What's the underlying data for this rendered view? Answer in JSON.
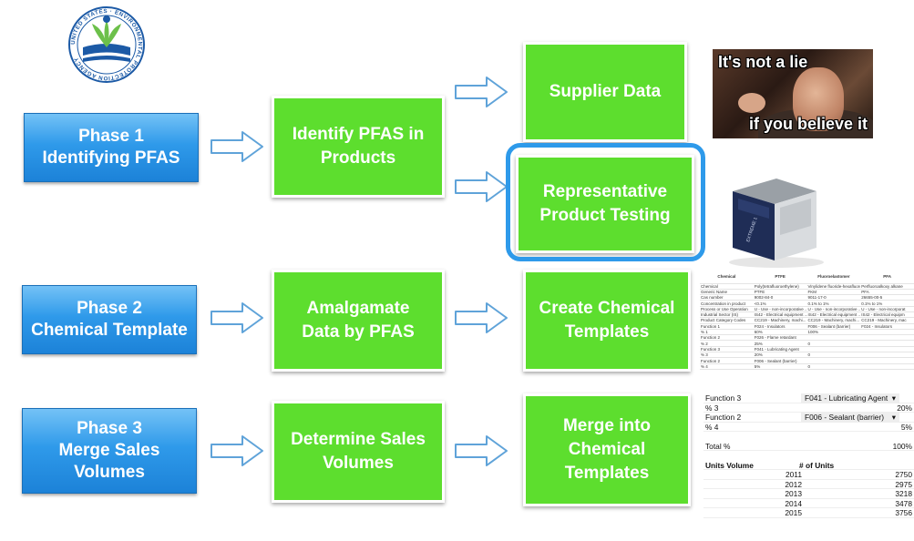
{
  "seal": {
    "text": "UNITED STATES · ENVIRONMENTAL PROTECTION AGENCY",
    "colors": {
      "ring": "#1c5aa6",
      "leaf": "#6cc04a"
    }
  },
  "phases": [
    {
      "line1": "Phase 1",
      "line2": "Identifying PFAS"
    },
    {
      "line1": "Phase 2",
      "line2": "Chemical Template"
    },
    {
      "line1": "Phase 3",
      "line2": "Merge Sales",
      "line3": "Volumes"
    }
  ],
  "steps": {
    "identify_pfas": {
      "line1": "Identify PFAS in",
      "line2": "Products"
    },
    "supplier_data": {
      "line1": "Supplier Data"
    },
    "product_testing": {
      "line1": "Representative",
      "line2": "Product Testing"
    },
    "amalgamate": {
      "line1": "Amalgamate",
      "line2": "Data by PFAS"
    },
    "create_templates": {
      "line1": "Create Chemical",
      "line2": "Templates"
    },
    "sales_volumes": {
      "line1": "Determine Sales",
      "line2": "Volumes"
    },
    "merge_templates": {
      "line1": "Merge into",
      "line2": "Chemical",
      "line3": "Templates"
    }
  },
  "meme": {
    "top": "It's not a lie",
    "bottom": "if you believe it"
  },
  "instrument": {
    "label": "EXTREME 1"
  },
  "sheet1": {
    "headers": [
      "Chemical",
      "PTFE",
      "Fluoroelastomer",
      "PFA"
    ],
    "rows": [
      [
        "Chemical",
        "Poly(tetrafluoroethylene)",
        "Vinylidene fluoride-hexafluoropropene polymer",
        "Perfluoroalkoxy alkane"
      ],
      [
        "Generic Name",
        "PTFE",
        "FKM",
        "PFA"
      ],
      [
        "Cas number",
        "9002-84-0",
        "9011-17-0",
        "26655-00-5"
      ],
      [
        "Concentration in product",
        "<0.1%",
        "0.1% to 1%",
        "0.1% to 1%"
      ],
      [
        "Process or Use Operation",
        "U - Use - non-incorporative ...",
        "U - Use - non-incorporative ...",
        "U - Use - non-incorporat"
      ],
      [
        "Industrial Sector (IS)",
        "IS42 - Electrical equipment ...",
        "IS42 - Electrical equipment ...",
        "IS42 - Electrical equipm"
      ],
      [
        "Product Category Codes",
        "CC219 - Machinery, machi...",
        "CC219 - Machinery, machi...",
        "CC219 - Machinery, mac"
      ],
      [
        "Function 1",
        "F024 - Insulators",
        "F006 - Sealant (barrier)",
        "F024 - Insulators"
      ],
      [
        "% 1",
        "60%",
        "100%",
        ""
      ],
      [
        "Function 2",
        "F026 - Flame retardant",
        "",
        ""
      ],
      [
        "% 2",
        "25%",
        "0",
        ""
      ],
      [
        "Function 3",
        "F041 - Lubricating Agent",
        "",
        ""
      ],
      [
        "% 3",
        "20%",
        "0",
        ""
      ],
      [
        "Function 2",
        "F006 - Sealant (barrier)",
        "",
        ""
      ],
      [
        "% 4",
        "5%",
        "0",
        ""
      ]
    ]
  },
  "sheet2": {
    "function3_label": "Function 3",
    "function3_value": "F041 - Lubricating Agent",
    "pct3_label": "% 3",
    "pct3_value": "20%",
    "function2_label": "Function 2",
    "function2_value": "F006 - Sealant (barrier)",
    "pct4_label": "% 4",
    "pct4_value": "5%",
    "total_label": "Total %",
    "total_value": "100%",
    "units_header": "Units Volume",
    "count_header": "# of Units",
    "years": [
      {
        "year": "2011",
        "units": "2750"
      },
      {
        "year": "2012",
        "units": "2975"
      },
      {
        "year": "2013",
        "units": "3218"
      },
      {
        "year": "2014",
        "units": "3478"
      },
      {
        "year": "2015",
        "units": "3756"
      }
    ]
  }
}
